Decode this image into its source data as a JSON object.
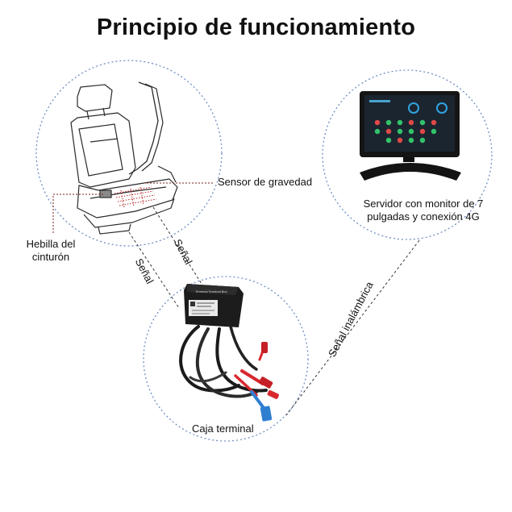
{
  "title": "Principio de funcionamiento",
  "labels": {
    "gravity_sensor": "Sensor de gravedad",
    "belt_buckle": "Hebilla del cinturón",
    "server": "Servidor con monitor de 7 pulgadas y conexión 4G",
    "terminal_box": "Caja terminal",
    "signal_1": "Señal",
    "signal_2": "Señal",
    "wireless_signal": "Señal inalámbrica"
  },
  "device_text": {
    "box_brand": "Terminal Terminal Box"
  },
  "colors": {
    "circle_stroke": "#6f8fc4",
    "leader_line": "#7a1f1f",
    "sensor_grid": "#b3262b",
    "cable_red": "#d8282e",
    "cable_blue": "#2f7fd1",
    "cable_black": "#1b1b1b",
    "monitor_body": "#151515",
    "monitor_screen": "#1b2530"
  }
}
